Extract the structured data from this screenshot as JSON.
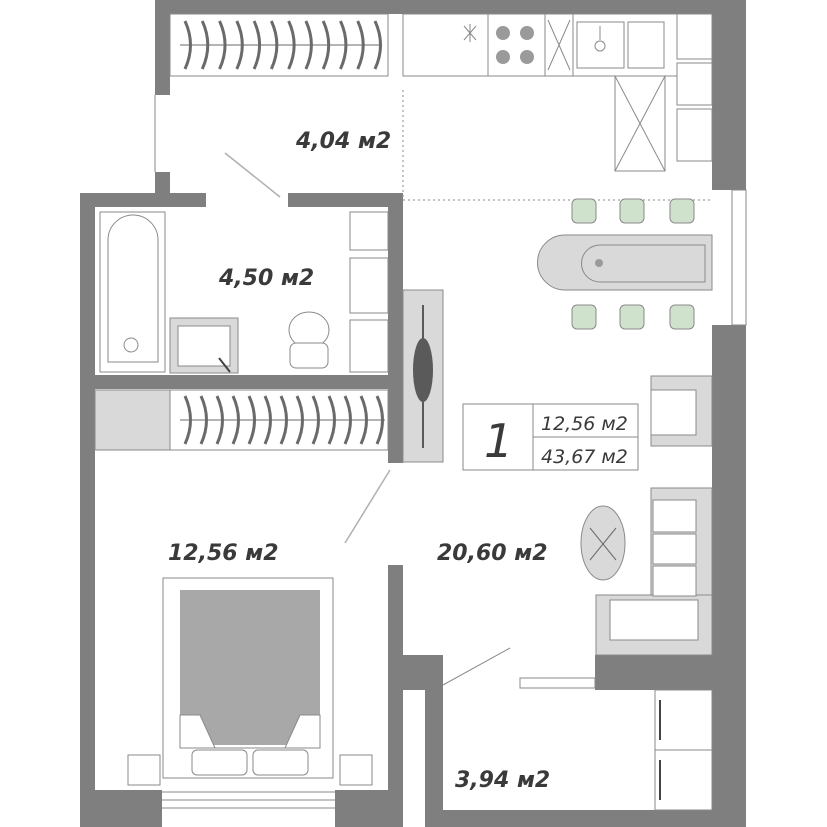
{
  "plan": {
    "rooms": {
      "hall": "4,04 м2",
      "bathroom": "4,50 м2",
      "bedroom": "12,56 м2",
      "living": "20,60 м2",
      "balcony": "3,94 м2"
    },
    "info": {
      "rooms_count": "1",
      "living_area": "12,56 м2",
      "total_area": "43,67 м2"
    }
  },
  "colors": {
    "wall": "#7f7f80",
    "furniture": "#d9d9d9",
    "outline": "#8a8a8a",
    "chair": "#cfe3cc"
  }
}
